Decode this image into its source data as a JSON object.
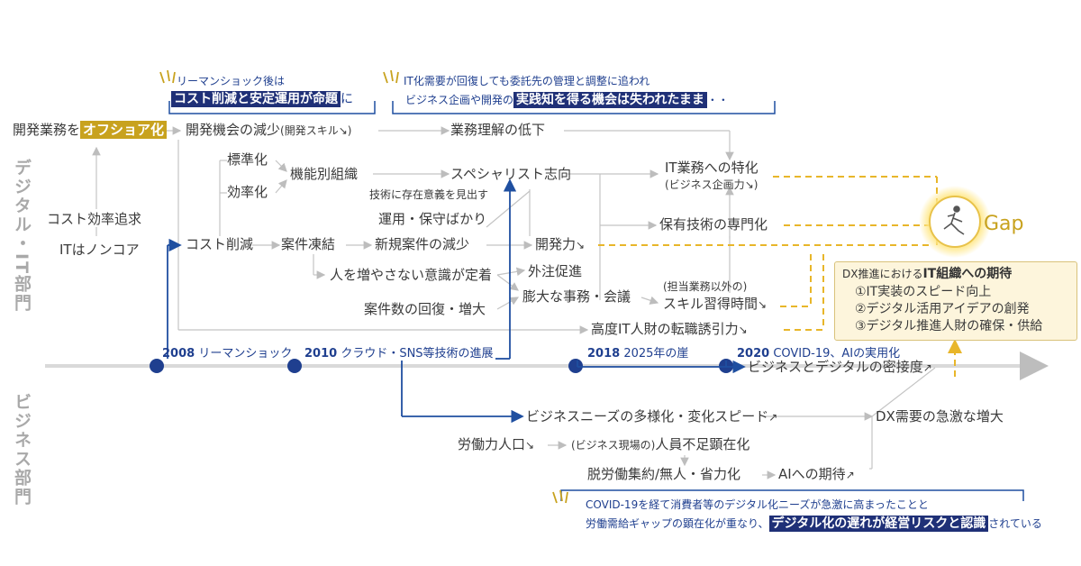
{
  "side_labels": {
    "top": "デジタル・IT部門",
    "bottom": "ビジネス部門"
  },
  "nodes": {
    "offshore_prefix": "開発業務を",
    "offshore_hl": "オフショア化",
    "cost_eff": "コスト効率追求",
    "it_noncore": "ITはノンコア",
    "dev_reduce": "開発機会の減少",
    "dev_reduce_sub": "(開発スキル",
    "biz_understand": "業務理解の低下",
    "standardize": "標準化",
    "efficiency": "効率化",
    "functional_org": "機能別組織",
    "specialist": "スペシャリスト志向",
    "tech_meaning": "技術に存在意義を見出す",
    "ops_only": "運用・保守ばかり",
    "cost_cut": "コスト削減",
    "freeze": "案件凍結",
    "new_project_drop": "新規案件の減少",
    "dev_power": "開発力",
    "no_hire": "人を増やさない意識が定着",
    "outsource": "外注促進",
    "tasks_meetings": "膨大な事務・会議",
    "skill_sub": "(担当業務以外の)",
    "skill_time": "スキル習得時間",
    "project_recover": "案件数の回復・増大",
    "poaching": "高度IT人財の転職誘引力",
    "it_specialize": "IT業務への特化",
    "it_specialize_sub": "(ビジネス企画力",
    "tech_special": "保有技術の専門化",
    "biz_digital": "ビジネスとデジタルの密接度",
    "biz_needs": "ビジネスニーズの多様化・変化スピード",
    "dx_demand": "DX需要の急激な増大",
    "labor_pop": "労働力人口",
    "staff_shortage": "人員不足顕在化",
    "staff_shortage_sub": "(ビジネス現場の)",
    "labor_saving": "脱労働集約/無人・省力化",
    "ai_expect": "AIへの期待"
  },
  "callouts": {
    "lehman_1": "リーマンショック後は",
    "lehman_2_hl": "コスト削減と安定運用が命題",
    "lehman_2_tail": "に",
    "it_demand_1": "IT化需要が回復しても委託先の管理と調整に追われ",
    "it_demand_2a": "ビジネス企画や開発の",
    "it_demand_2_hl": "実践知を得る機会は失われたまま",
    "it_demand_2_tail": "・・",
    "covid_1": "COVID-19を経て消費者等のデジタル化ニーズが急激に高まったことと",
    "covid_2a": "労働需給ギャップの顕在化が重なり、",
    "covid_2_hl": "デジタル化の遅れが経営リスクと認識",
    "covid_2_tail": "されている"
  },
  "dx_box": {
    "title_prefix": "DX推進における",
    "title_bold": "IT組織への期待",
    "items": [
      "①IT実装のスピード向上",
      "②デジタル活用アイデアの創発",
      "③デジタル推進人財の確保・供給"
    ]
  },
  "gap_label": "Gap",
  "timeline": [
    {
      "year": "2008",
      "label": "リーマンショック"
    },
    {
      "year": "2010",
      "label": "クラウド・SNS等技術の進展"
    },
    {
      "year": "2018",
      "label": "2025年の崖"
    },
    {
      "year": "2020",
      "label": "COVID-19、AIの実用化"
    }
  ],
  "colors": {
    "navy": "#1f3077",
    "accent_blue": "#1f4fa0",
    "gold": "#c8a21e",
    "gray_line": "#bfbfbf",
    "box_fill": "#fdf5dc"
  }
}
